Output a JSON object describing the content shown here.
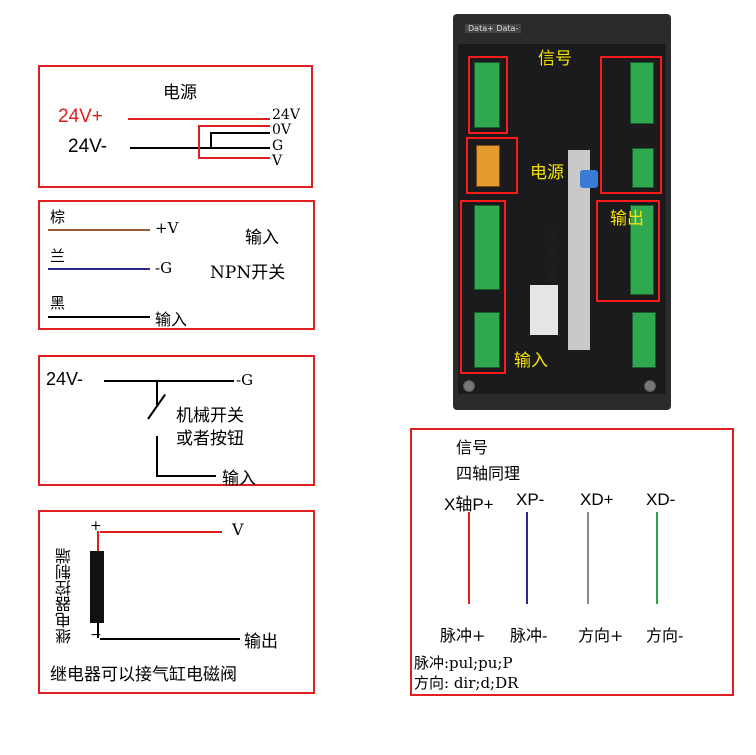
{
  "power_box": {
    "title": "电源",
    "left_plus": "24V+",
    "left_minus": "24V-",
    "right_24v": "24V",
    "right_0v": "0V",
    "right_g": "G",
    "right_v": "V"
  },
  "npn_box": {
    "brown": "棕",
    "blue": "兰",
    "black": "黑",
    "plus_v": "+V",
    "minus_g": "-G",
    "input": "输入",
    "input_title": "输入",
    "npn_switch": "NPN开关"
  },
  "switch_box": {
    "left": "24V-",
    "minus_g": "-G",
    "desc_line1": "机械开关",
    "desc_line2": "或者按钮",
    "input": "输入"
  },
  "relay_box": {
    "plus": "+",
    "minus": "−",
    "v": "V",
    "relay_label": "继电器控制端",
    "output": "输出",
    "footer": "继电器可以接气缸电磁阀"
  },
  "photo": {
    "signal": "信号",
    "power": "电源",
    "output": "输出",
    "input": "输入",
    "model": "CM35D-40",
    "top_tag": "Data+ Data-"
  },
  "signal_box": {
    "title": "信号",
    "subtitle": "四轴同理",
    "p1": "X轴P+",
    "p2": "XP-",
    "p3": "XD+",
    "p4": "XD-",
    "b1": "脉冲+",
    "b2": "脉冲-",
    "b3": "方向+",
    "b4": "方向-",
    "note1": "脉冲:pul;pu;P",
    "note2": "方向: dir;d;DR"
  },
  "colors": {
    "red": "#e02020",
    "brown": "#9a5a3c",
    "blue": "#2a2a8a",
    "gray": "#8a8a8a",
    "green": "#22a84a",
    "yellow": "#f5e400"
  }
}
